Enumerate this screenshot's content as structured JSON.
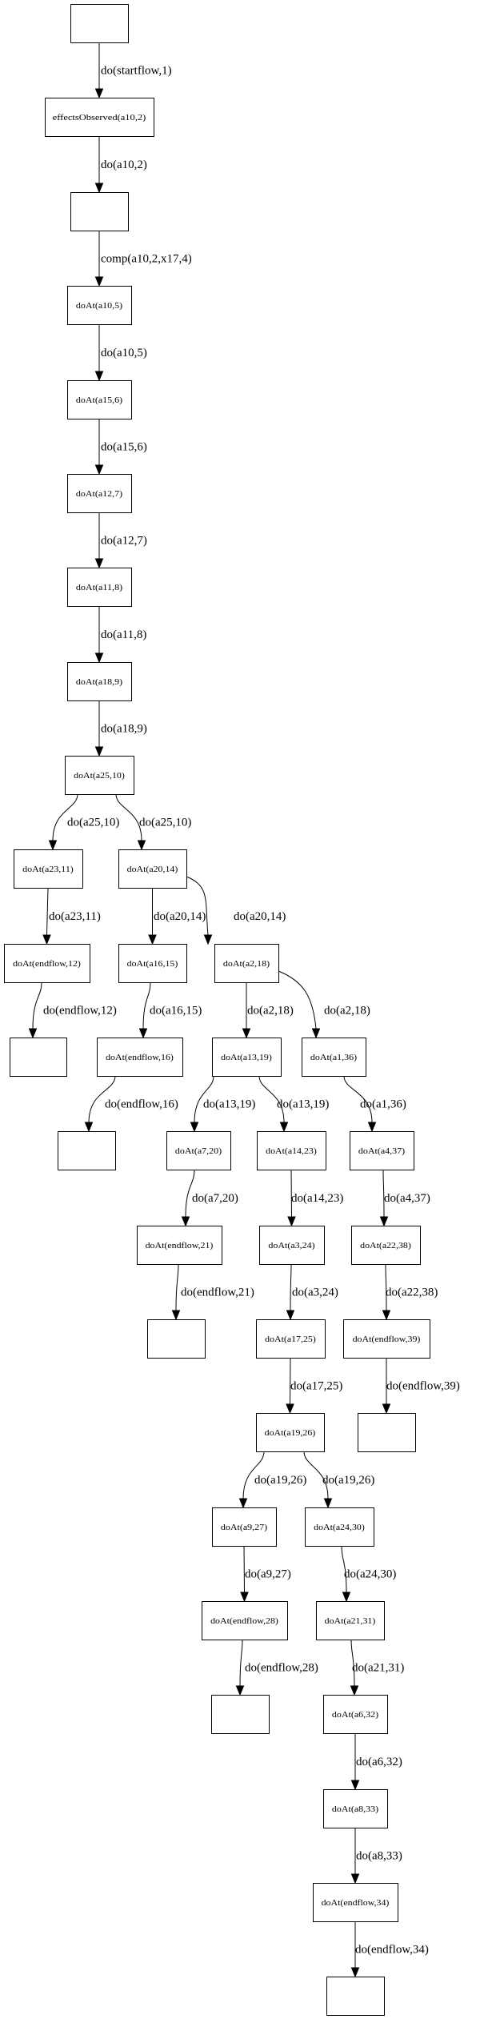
{
  "diagram": {
    "type": "state-transition-graph",
    "nodes": [
      {
        "id": "n0",
        "label": ""
      },
      {
        "id": "n1",
        "label": "effectsObserved(a10,2)"
      },
      {
        "id": "n2",
        "label": ""
      },
      {
        "id": "n3",
        "label": "doAt(a10,5)"
      },
      {
        "id": "n4",
        "label": "doAt(a15,6)"
      },
      {
        "id": "n5",
        "label": "doAt(a12,7)"
      },
      {
        "id": "n6",
        "label": "doAt(a11,8)"
      },
      {
        "id": "n7",
        "label": "doAt(a18,9)"
      },
      {
        "id": "n8",
        "label": "doAt(a25,10)"
      },
      {
        "id": "n9",
        "label": "doAt(a23,11)"
      },
      {
        "id": "n10",
        "label": "doAt(a20,14)"
      },
      {
        "id": "n11",
        "label": "doAt(endflow,12)"
      },
      {
        "id": "n12",
        "label": "doAt(a16,15)"
      },
      {
        "id": "n13",
        "label": "doAt(a2,18)"
      },
      {
        "id": "n14",
        "label": ""
      },
      {
        "id": "n15",
        "label": "doAt(endflow,16)"
      },
      {
        "id": "n16",
        "label": "doAt(a13,19)"
      },
      {
        "id": "n17",
        "label": "doAt(a1,36)"
      },
      {
        "id": "n18",
        "label": ""
      },
      {
        "id": "n19",
        "label": "doAt(a7,20)"
      },
      {
        "id": "n20",
        "label": "doAt(a14,23)"
      },
      {
        "id": "n21",
        "label": "doAt(a4,37)"
      },
      {
        "id": "n22",
        "label": "doAt(endflow,21)"
      },
      {
        "id": "n23",
        "label": "doAt(a3,24)"
      },
      {
        "id": "n24",
        "label": "doAt(a22,38)"
      },
      {
        "id": "n25",
        "label": ""
      },
      {
        "id": "n26",
        "label": "doAt(a17,25)"
      },
      {
        "id": "n27",
        "label": "doAt(endflow,39)"
      },
      {
        "id": "n28",
        "label": "doAt(a19,26)"
      },
      {
        "id": "n29",
        "label": ""
      },
      {
        "id": "n30",
        "label": "doAt(a9,27)"
      },
      {
        "id": "n31",
        "label": "doAt(a24,30)"
      },
      {
        "id": "n32",
        "label": "doAt(endflow,28)"
      },
      {
        "id": "n33",
        "label": "doAt(a21,31)"
      },
      {
        "id": "n34",
        "label": ""
      },
      {
        "id": "n35",
        "label": "doAt(a6,32)"
      },
      {
        "id": "n36",
        "label": "doAt(a8,33)"
      },
      {
        "id": "n37",
        "label": "doAt(endflow,34)"
      },
      {
        "id": "n38",
        "label": ""
      }
    ],
    "edges": [
      {
        "from": "n0",
        "to": "n1",
        "label": "do(startflow,1)"
      },
      {
        "from": "n1",
        "to": "n2",
        "label": "do(a10,2)"
      },
      {
        "from": "n2",
        "to": "n3",
        "label": "comp(a10,2,x17,4)"
      },
      {
        "from": "n3",
        "to": "n4",
        "label": "do(a10,5)"
      },
      {
        "from": "n4",
        "to": "n5",
        "label": "do(a15,6)"
      },
      {
        "from": "n5",
        "to": "n6",
        "label": "do(a12,7)"
      },
      {
        "from": "n6",
        "to": "n7",
        "label": "do(a11,8)"
      },
      {
        "from": "n7",
        "to": "n8",
        "label": "do(a18,9)"
      },
      {
        "from": "n8",
        "to": "n9",
        "label": "do(a25,10)"
      },
      {
        "from": "n8",
        "to": "n10",
        "label": "do(a25,10)"
      },
      {
        "from": "n9",
        "to": "n11",
        "label": "do(a23,11)"
      },
      {
        "from": "n10",
        "to": "n12",
        "label": "do(a20,14)"
      },
      {
        "from": "n10",
        "to": "n13",
        "label": "do(a20,14)"
      },
      {
        "from": "n11",
        "to": "n14",
        "label": "do(endflow,12)"
      },
      {
        "from": "n12",
        "to": "n15",
        "label": "do(a16,15)"
      },
      {
        "from": "n13",
        "to": "n16",
        "label": "do(a2,18)"
      },
      {
        "from": "n13",
        "to": "n17",
        "label": "do(a2,18)"
      },
      {
        "from": "n15",
        "to": "n18",
        "label": "do(endflow,16)"
      },
      {
        "from": "n16",
        "to": "n19",
        "label": "do(a13,19)"
      },
      {
        "from": "n16",
        "to": "n20",
        "label": "do(a13,19)"
      },
      {
        "from": "n17",
        "to": "n21",
        "label": "do(a1,36)"
      },
      {
        "from": "n19",
        "to": "n22",
        "label": "do(a7,20)"
      },
      {
        "from": "n20",
        "to": "n23",
        "label": "do(a14,23)"
      },
      {
        "from": "n21",
        "to": "n24",
        "label": "do(a4,37)"
      },
      {
        "from": "n22",
        "to": "n25",
        "label": "do(endflow,21)"
      },
      {
        "from": "n23",
        "to": "n26",
        "label": "do(a3,24)"
      },
      {
        "from": "n24",
        "to": "n27",
        "label": "do(a22,38)"
      },
      {
        "from": "n26",
        "to": "n28",
        "label": "do(a17,25)"
      },
      {
        "from": "n27",
        "to": "n29",
        "label": "do(endflow,39)"
      },
      {
        "from": "n28",
        "to": "n30",
        "label": "do(a19,26)"
      },
      {
        "from": "n28",
        "to": "n31",
        "label": "do(a19,26)"
      },
      {
        "from": "n30",
        "to": "n32",
        "label": "do(a9,27)"
      },
      {
        "from": "n31",
        "to": "n33",
        "label": "do(a24,30)"
      },
      {
        "from": "n32",
        "to": "n34",
        "label": "do(endflow,28)"
      },
      {
        "from": "n33",
        "to": "n35",
        "label": "do(a21,31)"
      },
      {
        "from": "n35",
        "to": "n36",
        "label": "do(a6,32)"
      },
      {
        "from": "n36",
        "to": "n37",
        "label": "do(a8,33)"
      },
      {
        "from": "n37",
        "to": "n38",
        "label": "do(endflow,34)"
      }
    ]
  }
}
